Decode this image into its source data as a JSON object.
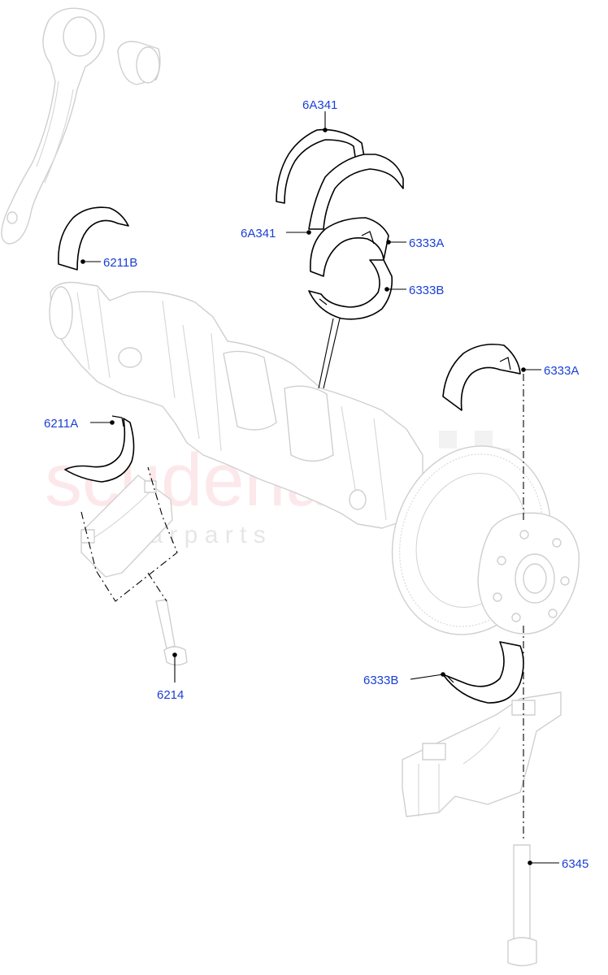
{
  "callouts": {
    "c_6A341_top": "6A341",
    "c_6A341_mid": "6A341",
    "c_6333A_top": "6333A",
    "c_6333B_top": "6333B",
    "c_6211B": "6211B",
    "c_6333A_right": "6333A",
    "c_6211A": "6211A",
    "c_6214": "6214",
    "c_6333B_bottom": "6333B",
    "c_6345": "6345"
  },
  "watermark": {
    "main": "scuderia",
    "sub": "c a r   p a r t s"
  },
  "colors": {
    "callout_text": "#1a3fd6",
    "line_art": "#000000",
    "ghost_art": "#cfcfcf",
    "watermark": "#eb505f"
  }
}
